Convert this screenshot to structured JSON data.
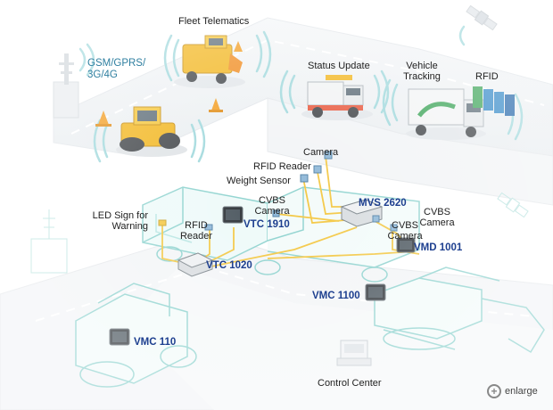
{
  "labels": {
    "fleet_telematics": "Fleet Telematics",
    "gsm_line1": "GSM/GPRS/",
    "gsm_line2": "3G/4G",
    "status_update": "Status Update",
    "vehicle_tracking_line1": "Vehicle",
    "vehicle_tracking_line2": "Tracking",
    "rfid": "RFID",
    "camera": "Camera",
    "rfid_reader": "RFID Reader",
    "weight_sensor": "Weight Sensor",
    "cvbs_camera_left_1": "CVBS",
    "cvbs_camera_left_2": "Camera",
    "cvbs_camera_right_1": "CVBS",
    "cvbs_camera_right_2": "Camera",
    "cvbs_camera_mid_1": "CVBS",
    "cvbs_camera_mid_2": "Camera",
    "led_sign_1": "LED Sign for",
    "led_sign_2": "Warning",
    "rfid_reader_left_1": "RFID",
    "rfid_reader_left_2": "Reader",
    "control_center": "Control Center"
  },
  "products": {
    "mvs2620": "MVS 2620",
    "vtc1910": "VTC 1910",
    "vtc1020": "VTC 1020",
    "vmd1001": "VMD 1001",
    "vmc1100": "VMC 1100",
    "vmc110": "VMC 110"
  },
  "actions": {
    "enlarge": "enlarge"
  },
  "icons": {
    "enlarge": "zoom-in-icon"
  },
  "colors": {
    "road": "#eef1f3",
    "outline": "#8fd3cf",
    "product_text": "#1d3f8f",
    "gsm_text": "#2f7fa0",
    "cable": "#f3c742",
    "truck_yellow": "#f2b51c"
  }
}
